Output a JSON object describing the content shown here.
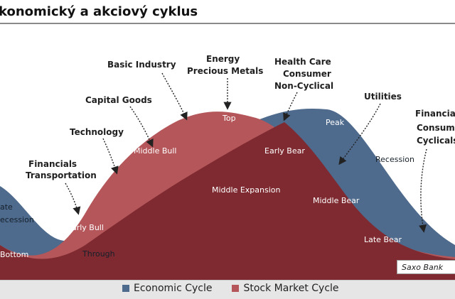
{
  "title": "konomický a akciový cyklus",
  "colors": {
    "economic": "#4e6a8c",
    "stock": "#b5575a",
    "stock_dark": "#7e2a30",
    "arrow": "#222222"
  },
  "sectors": {
    "financials_transportation": [
      "Financials",
      "Transportation"
    ],
    "technology": [
      "Technology"
    ],
    "capital_goods": [
      "Capital Goods"
    ],
    "basic_industry": [
      "Basic Industry"
    ],
    "energy_precious_metals": [
      "Energy",
      "Precious Metals"
    ],
    "health_care_consumer": [
      "Health Care",
      "Consumer",
      "Non-Cyclical"
    ],
    "utilities": [
      "Utilities"
    ],
    "financials_consumer_cyclical": [
      "Financials",
      "Consumer",
      "Cyclicals"
    ]
  },
  "phases": {
    "economic_left": [
      "ate",
      "ecession"
    ],
    "bottom": "Bottom",
    "early_bull": "Early Bull",
    "through": "Through",
    "middle_bull": "Middle Bull",
    "top": "Top",
    "middle_expansion": "Middle Expansion",
    "early_bear": "Early Bear",
    "peak": "Peak",
    "middle_bear": "Middle Bear",
    "recession": "Recession",
    "late_bear": "Late Bear"
  },
  "credit": "Saxo Bank",
  "legend": [
    {
      "label": "Economic Cycle",
      "color": "#4e6a8c"
    },
    {
      "label": "Stock Market Cycle",
      "color": "#b5575a"
    }
  ]
}
